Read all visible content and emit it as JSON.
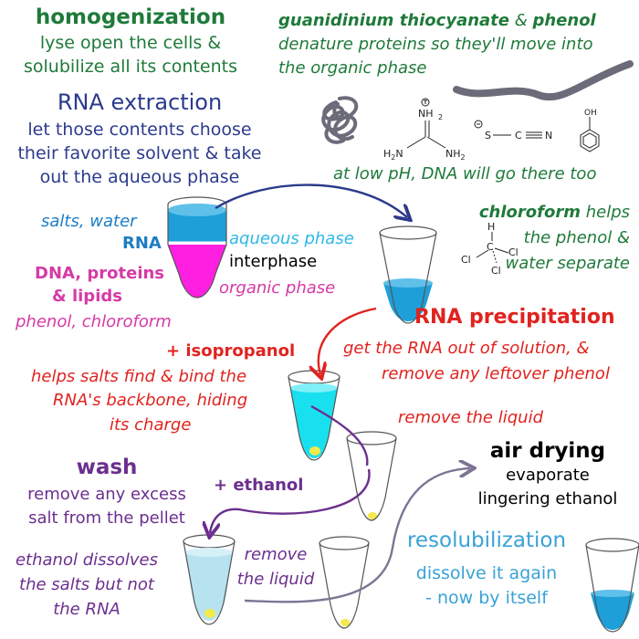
{
  "homogenization": {
    "title": "homogenization",
    "line1": "lyse open the cells &",
    "line2": "solubilize all its contents"
  },
  "reagents": {
    "name1": "guanidinium thiocyanate",
    "amp": " & ",
    "name2": "phenol",
    "line2": "denature proteins so they'll move into",
    "line3": "the organic phase",
    "dna_note": "at low pH, DNA will go there too",
    "chem_nh2_top": "NH",
    "chem_nh2_left": "H",
    "chem_nh2_right": "NH",
    "chem_n_left": "N",
    "chem_sub2": "2",
    "chem_scn_s": "S",
    "chem_scn_c": "C",
    "chem_scn_n": "N",
    "chem_oh": "OH"
  },
  "extraction": {
    "title": "RNA extraction",
    "line1": "let those contents choose",
    "line2": "their favorite solvent & take",
    "line3": "out the aqueous phase",
    "salts_water": "salts, water",
    "rna": "RNA",
    "aqueous_phase": "aqueous phase",
    "interphase": "interphase",
    "organic_phase": "organic phase",
    "dna_proteins": "DNA, proteins",
    "lipids": "& lipids",
    "phenol_chloroform": "phenol, chloroform"
  },
  "chloroform": {
    "name": "chloroform",
    "helps": " helps",
    "line2": "the phenol &",
    "line3": "water separate",
    "h": "H",
    "c": "C",
    "cl1": "Cl",
    "cl2": "Cl",
    "cl3": "Cl"
  },
  "precipitation": {
    "title": "RNA precipitation",
    "line1": "get the RNA out of solution, &",
    "line2": "remove any leftover phenol",
    "remove_liquid": "remove the liquid",
    "isopropanol": "+ isopropanol",
    "iso_line1": "helps salts find & bind the",
    "iso_line2": "RNA's backbone, hiding",
    "iso_line3": "its charge"
  },
  "air_drying": {
    "title": "air drying",
    "line1": "evaporate",
    "line2": "lingering ethanol"
  },
  "wash": {
    "title": "wash",
    "line1": "remove any excess",
    "line2": "salt from the pellet",
    "ethanol": "+ ethanol",
    "note1": "ethanol dissolves",
    "note2": "the salts but not",
    "note3": "the RNA",
    "remove1": "remove",
    "remove2": "the liquid"
  },
  "resolubilization": {
    "title": "resolubilization",
    "line1": "dissolve it again",
    "line2": "- now by itself"
  },
  "colors": {
    "green": "#1f7a3a",
    "navy": "#2b3a8c",
    "aqueous_blue": "#1e9fd8",
    "organic_magenta": "#ff1fe0",
    "red": "#e0231f",
    "purple": "#6b2f8f",
    "gray_arrow": "#7d7494",
    "pellet": "#f2e94a"
  }
}
